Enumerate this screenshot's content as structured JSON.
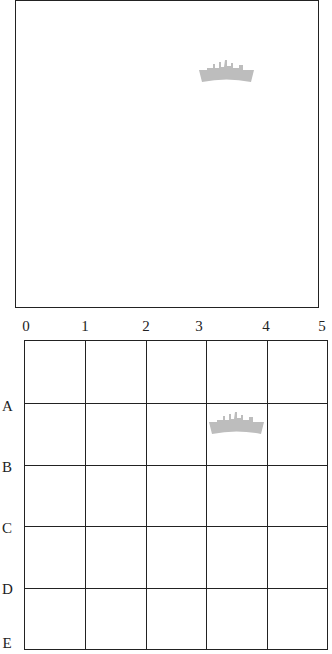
{
  "diagram": {
    "labels": [
      "0",
      "1",
      "2",
      "3",
      "4",
      "5",
      "A",
      "B",
      "C",
      "D",
      "E"
    ]
  }
}
